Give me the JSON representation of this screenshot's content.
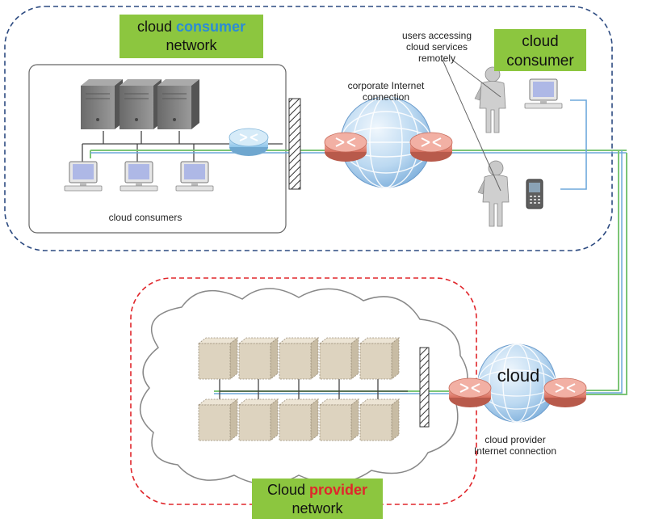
{
  "consumer_network_label": {
    "word1": "cloud",
    "word2": "consumer",
    "word3": "network"
  },
  "cloud_consumer_label": "cloud consumer",
  "users_label": "users accessing cloud services remotely",
  "corporate_label": "corporate Internet connection",
  "consumers_caption": "cloud consumers",
  "cloud_word": "cloud",
  "provider_connection_label": "cloud provider Internet connection",
  "provider_network_label": {
    "word1": "Cloud",
    "word2": "provider",
    "word3": "network"
  },
  "colors": {
    "consumer_border": "#2c4a80",
    "provider_border": "#e0262b",
    "highlight_consumer": "#2b8cd6",
    "highlight_provider": "#e0262b",
    "label_bg": "#8cc63f",
    "green_link": "#7cc576",
    "blue_link": "#6ea8dc",
    "router": "#e48b7c",
    "router_blue": "#a9d4ef"
  }
}
